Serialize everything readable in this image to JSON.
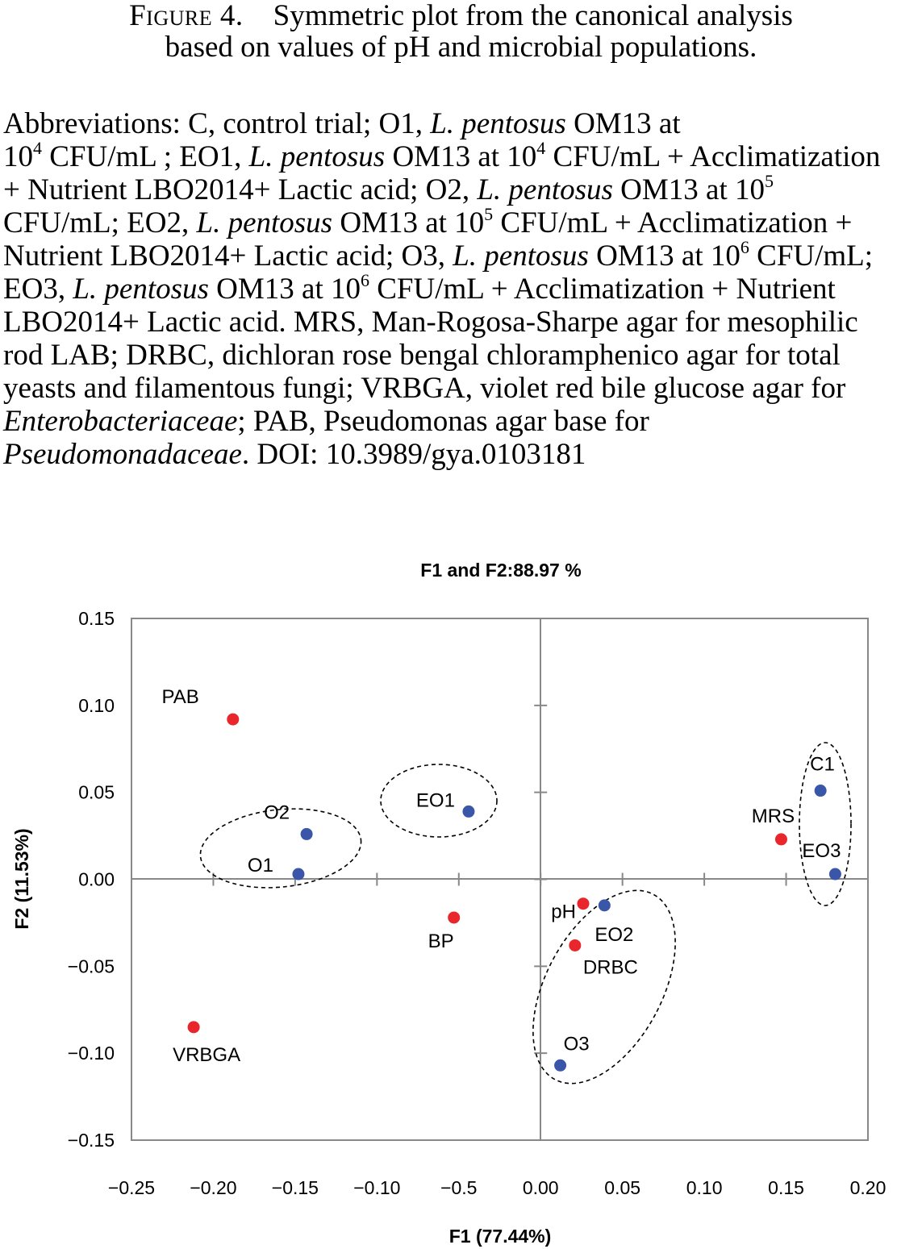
{
  "caption": {
    "figure_label": "Figure 4.",
    "title_line1": "Symmetric plot from the canonical analysis",
    "title_line2": "based on values of pH and microbial populations.",
    "abbreviations_parts": {
      "p1": "Abbreviations: C, control trial; O1, ",
      "sp1": "L. pentosus",
      "p2": " OM13 at",
      "p3": "10",
      "e1": "4",
      "p4": " CFU/mL ; EO1, ",
      "sp2": "L. pentosus",
      "p5": " OM13 at 10",
      "e2": "4",
      "p6": " CFU/mL + Acclimatization + Nutrient LBO2014+ Lactic acid; O2, ",
      "sp3": "L. pentosus",
      "p7": " OM13 at 10",
      "e3": "5",
      "p8": " CFU/mL; EO2, ",
      "sp4": "L. pentosus",
      "p9": " OM13 at 10",
      "e4": "5",
      "p10": " CFU/mL + Acclimatization + Nutrient LBO2014+ Lactic acid; O3, ",
      "sp5": "L. pentosus",
      "p11": " OM13 at 10",
      "e5": "6",
      "p12": " CFU/mL; EO3, ",
      "sp6": "L. pentosus",
      "p13": " OM13 at 10",
      "e6": "6",
      "p14": " CFU/mL + Acclimatization + Nutrient LBO2014+ Lactic acid. MRS, Man-Rogosa-Sharpe agar for mesophilic rod LAB; DRBC, dichloran rose bengal chloramphenico agar for total yeasts and filamentous fungi; VRBGA, violet red bile glucose agar for ",
      "fam1": "Enterobacteriaceae",
      "p15": "; PAB, Pseudomonas agar base for ",
      "fam2": "Pseudomonadaceae",
      "p16": ".  DOI: 10.3989/gya.0103181"
    }
  },
  "chart_data": {
    "type": "scatter",
    "title": "F1 and F2:88.97 %",
    "xlabel": "F1 (77.44%)",
    "ylabel": "F2 (11.53%)",
    "xlim": [
      -0.25,
      0.2
    ],
    "ylim": [
      -0.15,
      0.15
    ],
    "x_ticks": [
      -0.25,
      -0.2,
      -0.15,
      -0.1,
      -0.05,
      0.0,
      0.05,
      0.1,
      0.15,
      0.2
    ],
    "x_tick_labels": [
      "−0.25",
      "−0.20",
      "−0.15",
      "−0.10",
      "−0.5",
      "0.00",
      "0.05",
      "0.10",
      "0.15",
      "0.20"
    ],
    "y_ticks": [
      0.15,
      0.1,
      0.05,
      0.0,
      -0.05,
      -0.1,
      -0.15
    ],
    "y_tick_labels": [
      "0.15",
      "0.10",
      "0.05",
      "0.00",
      "−0.05",
      "−0.10",
      "−0.15"
    ],
    "grid": false,
    "colors": {
      "variables": "#e8262b",
      "trials": "#3a56a8",
      "axes": "#888888"
    },
    "series": [
      {
        "points": [
          {
            "label": "PAB",
            "x": -0.188,
            "y": 0.092
          },
          {
            "label": "VRBGA",
            "x": -0.212,
            "y": -0.085
          },
          {
            "label": "BP",
            "x": -0.053,
            "y": -0.022
          },
          {
            "label": "pH",
            "x": 0.026,
            "y": -0.014
          },
          {
            "label": "DRBC",
            "x": 0.021,
            "y": -0.038
          },
          {
            "label": "MRS",
            "x": 0.147,
            "y": 0.023
          }
        ]
      },
      {
        "points": [
          {
            "label": "O1",
            "x": -0.148,
            "y": 0.003
          },
          {
            "label": "O2",
            "x": -0.143,
            "y": 0.026
          },
          {
            "label": "EO1",
            "x": -0.044,
            "y": 0.039
          },
          {
            "label": "EO2",
            "x": 0.039,
            "y": -0.015
          },
          {
            "label": "O3",
            "x": 0.012,
            "y": -0.107
          },
          {
            "label": "C1",
            "x": 0.171,
            "y": 0.051
          },
          {
            "label": "EO3",
            "x": 0.18,
            "y": 0.003
          }
        ]
      }
    ]
  }
}
